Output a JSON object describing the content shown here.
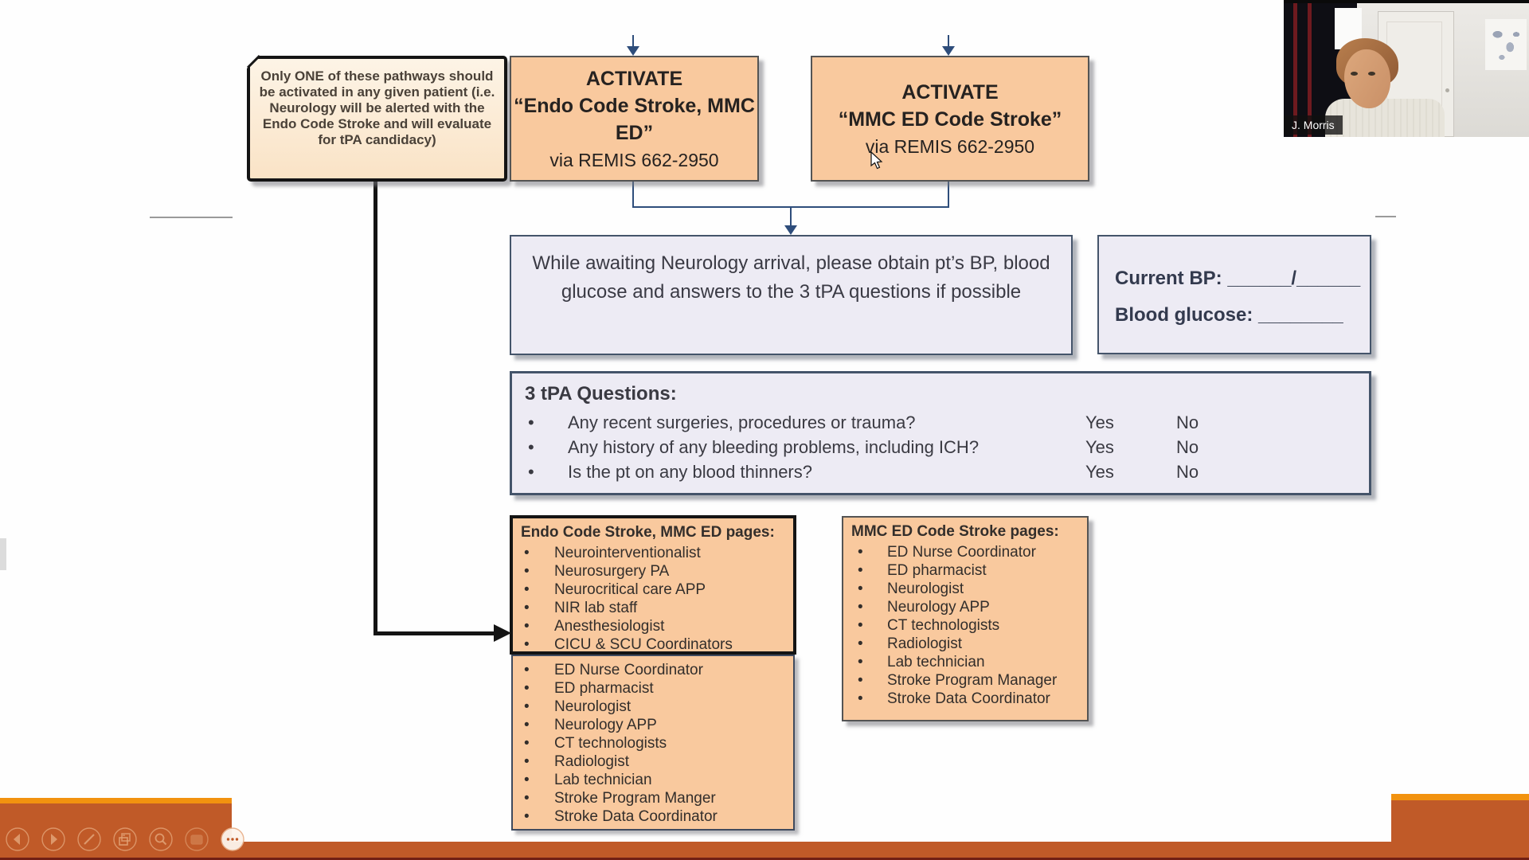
{
  "slide": {
    "callout": {
      "text": "Only ONE of these pathways should be activated in any given patient (i.e. Neurology will be alerted with the Endo Code Stroke and will evaluate for tPA candidacy)"
    },
    "activate_boxes": [
      {
        "line1": "ACTIVATE",
        "line2": "“Endo Code Stroke, MMC ED”",
        "line3": "via REMIS 662-2950"
      },
      {
        "line1": "ACTIVATE",
        "line2": "“MMC ED Code Stroke”",
        "line3": "via REMIS 662-2950"
      }
    ],
    "awaiting_box": {
      "text": "While awaiting Neurology arrival, please obtain pt’s BP, blood glucose and answers to the 3 tPA questions if possible"
    },
    "vitals_box": {
      "bp_line": "Current BP: ______/______",
      "glucose_line": "Blood glucose: ________"
    },
    "tpa_box": {
      "title": "3 tPA Questions:",
      "questions": [
        {
          "q": "Any recent surgeries, procedures or trauma?",
          "yes": "Yes",
          "no": "No"
        },
        {
          "q": "Any history of any bleeding problems, including ICH?",
          "yes": "Yes",
          "no": "No"
        },
        {
          "q": "Is the pt on any blood thinners?",
          "yes": "Yes",
          "no": "No"
        }
      ]
    },
    "endo_pages": {
      "title": "Endo Code Stroke, MMC ED pages:",
      "primary_items": [
        "Neurointerventionalist",
        "Neurosurgery PA",
        "Neurocritical care APP",
        "NIR lab staff",
        "Anesthesiologist",
        "CICU & SCU Coordinators"
      ],
      "secondary_items": [
        "ED Nurse Coordinator",
        "ED pharmacist",
        "Neurologist",
        "Neurology APP",
        "CT technologists",
        "Radiologist",
        "Lab technician",
        "Stroke Program Manger",
        "Stroke Data Coordinator"
      ]
    },
    "mmc_pages": {
      "title": "MMC ED Code Stroke pages:",
      "items": [
        "ED Nurse Coordinator",
        "ED pharmacist",
        "Neurologist",
        "Neurology APP",
        "CT technologists",
        "Radiologist",
        "Lab technician",
        "Stroke Program Manager",
        "Stroke Data Coordinator"
      ]
    }
  },
  "webcam": {
    "name_label": "J. Morris"
  },
  "toolbar": {
    "icons": [
      {
        "name": "previous-slide"
      },
      {
        "name": "next-slide"
      },
      {
        "name": "pen"
      },
      {
        "name": "slide-navigator"
      },
      {
        "name": "zoom"
      },
      {
        "name": "subtitles"
      },
      {
        "name": "more-options"
      }
    ]
  },
  "colors": {
    "slide_accent_orange": "#F2920F",
    "footer_rust": "#C05A28",
    "footer_maroon": "#711F14",
    "box_fill_orange": "#F9C99E",
    "box_fill_lavender": "#EDEBF4",
    "border_navy": "#44546A",
    "connector_navy": "#2E4D7B"
  }
}
